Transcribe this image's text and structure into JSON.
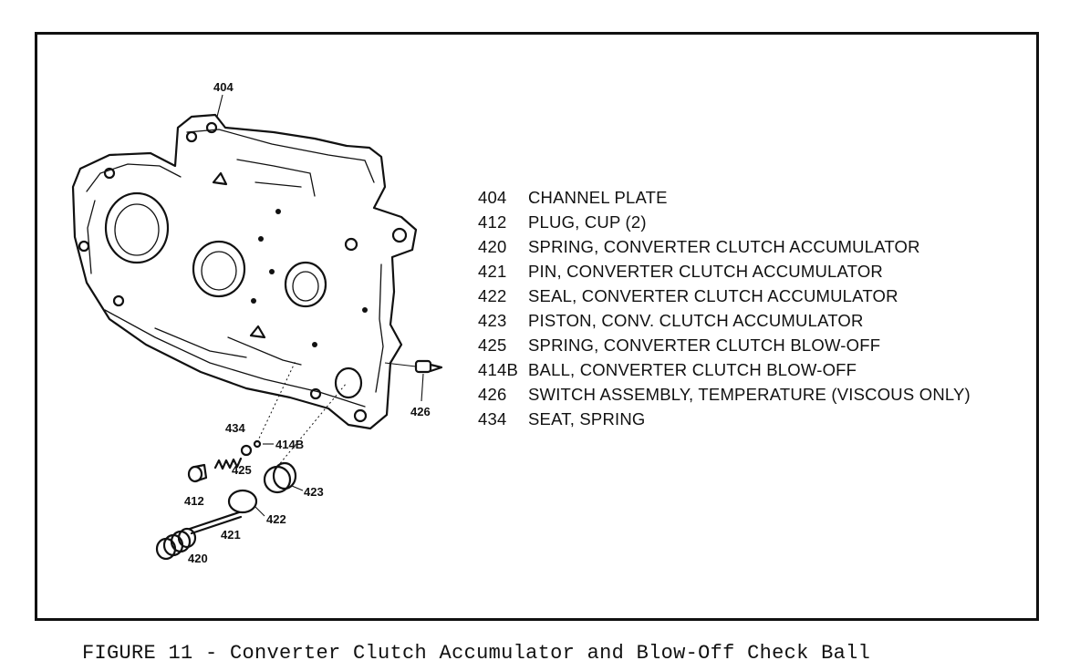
{
  "legend": [
    {
      "num": "404",
      "desc": "CHANNEL PLATE"
    },
    {
      "num": "412",
      "desc": "PLUG, CUP (2)"
    },
    {
      "num": "420",
      "desc": "SPRING, CONVERTER CLUTCH ACCUMULATOR"
    },
    {
      "num": "421",
      "desc": "PIN, CONVERTER CLUTCH ACCUMULATOR"
    },
    {
      "num": "422",
      "desc": "SEAL, CONVERTER CLUTCH ACCUMULATOR"
    },
    {
      "num": "423",
      "desc": "PISTON, CONV. CLUTCH ACCUMULATOR"
    },
    {
      "num": "425",
      "desc": "SPRING, CONVERTER CLUTCH BLOW-OFF"
    },
    {
      "num": "414B",
      "desc": "BALL, CONVERTER CLUTCH BLOW-OFF"
    },
    {
      "num": "426",
      "desc": "SWITCH ASSEMBLY, TEMPERATURE (VISCOUS ONLY)"
    },
    {
      "num": "434",
      "desc": "SEAT, SPRING"
    }
  ],
  "callouts": {
    "c404": "404",
    "c426": "426",
    "c434": "434",
    "c414b": "414B",
    "c425": "425",
    "c412": "412",
    "c423": "423",
    "c422": "422",
    "c421": "421",
    "c420": "420"
  },
  "caption": "FIGURE 11 - Converter Clutch Accumulator and Blow-Off Check Ball"
}
